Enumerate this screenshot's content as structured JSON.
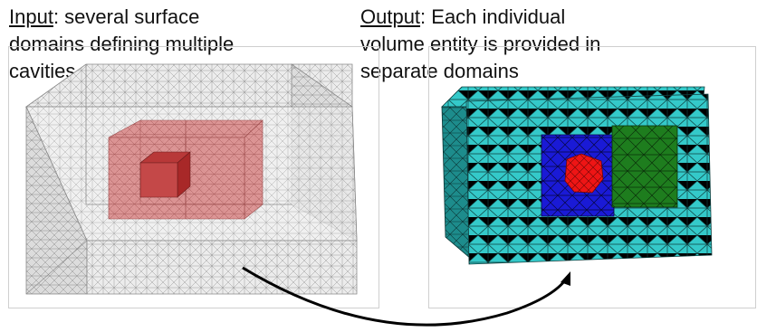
{
  "input_caption": {
    "head": "Input",
    "rest_line1": ": several surface",
    "line2": "domains defining multiple",
    "line3": "cavities"
  },
  "output_caption": {
    "head": "Output",
    "rest_line1": ": Each individual",
    "line2": "volume entity is provided in",
    "line3": "separate domains"
  },
  "colors": {
    "surface_mesh": "#e8e8e8",
    "cavity_fill": "#d97b7b",
    "inner_cube": "#c83434",
    "volume_teal": "#30c6c6",
    "volume_blue": "#1a1ad6",
    "volume_green": "#1e7d1e",
    "volume_red": "#ee1515",
    "arrow": "#000000"
  }
}
